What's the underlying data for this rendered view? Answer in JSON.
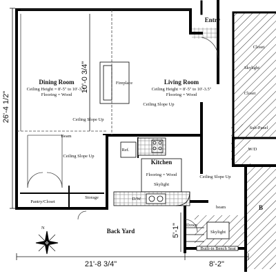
{
  "rooms": {
    "dining": {
      "name": "Dining Room",
      "ceiling": "Ceiling Height = 8'-5\" to 10'-3.5\"",
      "flooring": "Flooring = Wood"
    },
    "living": {
      "name": "Living Room",
      "ceiling": "Ceiling Height = 8'-5\" to 10'-3.5\"",
      "flooring": "Flooring = Wood"
    },
    "kitchen": {
      "name": "Kitchen",
      "flooring": "Flooring = Wood",
      "skylight": "Skylight"
    },
    "entry": {
      "name": "Entry"
    },
    "back_yard": {
      "name": "Back Yard"
    }
  },
  "labels": {
    "fireplace": "Fireplace",
    "ceiling_slope_living": "Ceiling Slope Up",
    "ceiling_slope_dining": "Ceiling Slope Up",
    "ceiling_slope_beam": "Ceiling Slope Up",
    "ceiling_slope_kitchen": "Ceiling Slope Up",
    "beam": "Beam",
    "beam_lower": "beam",
    "ref": "Ref.",
    "dw": "D/W",
    "pantry": "Pantry/Closet",
    "storage": "Storage",
    "closet_top": "Closet",
    "skylight_right": "Skylight",
    "closet_mid": "Closet",
    "sub_panel": "Sub-Panel",
    "wd": "W/D",
    "down": "Down",
    "skylight_lower": "Skylight",
    "bench": "Built-in Bench Seat",
    "edge_b": "B",
    "north": "N"
  },
  "dimensions": {
    "left": "26'-4 1/2\"",
    "bottom": "21'-8 3/4\"",
    "bottom_right": "8'-2\"",
    "inner_vertical": "10'-0 3/4\"",
    "small_vertical": "5'-1\""
  }
}
